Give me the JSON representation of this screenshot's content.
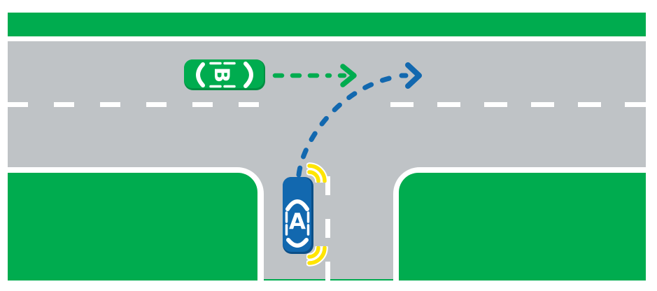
{
  "scene": {
    "description": "T-intersection give-way traffic diagram",
    "vehicle_a": {
      "label": "A",
      "color": "#1268AF",
      "state": "waiting at side road, right indicators flashing, turning right"
    },
    "vehicle_b": {
      "label": "B",
      "color": "#00AC4F",
      "state": "travelling straight along main road"
    },
    "arrows": {
      "vehicle_b_path": {
        "color": "#00AC4F",
        "shape": "straight dashed arrow pointing right"
      },
      "vehicle_a_path": {
        "color": "#1268AF",
        "shape": "curved dashed arrow turning right into main road"
      }
    },
    "colors": {
      "grass_green": "#00AC4F",
      "road_gray": "#BFC3C6",
      "marking_white": "#FFFFFF",
      "car_a_blue": "#1268AF",
      "car_a_shade": "#0A4E87",
      "car_b_green": "#00AC4F",
      "car_b_shade": "#008F42",
      "indicator_yellow": "#FFE500"
    }
  }
}
